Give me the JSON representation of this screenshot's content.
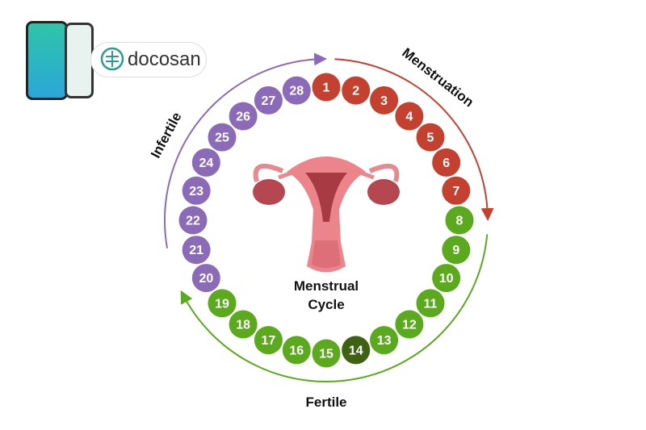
{
  "brand": {
    "name": "docosan",
    "app_name": "docosan"
  },
  "center_label": {
    "line1": "Menstrual",
    "line2": "Cycle"
  },
  "phases": [
    {
      "name": "Menstruation",
      "days": [
        1,
        7
      ],
      "color": "#c4412f"
    },
    {
      "name": "Fertile",
      "days": [
        8,
        19
      ],
      "color": "#5ba91c"
    },
    {
      "name": "Infertile",
      "days": [
        20,
        28
      ],
      "color": "#8b6bb8"
    }
  ],
  "ovulation_day": {
    "day": 14,
    "color": "#3f6212"
  },
  "days": [
    "1",
    "2",
    "3",
    "4",
    "5",
    "6",
    "7",
    "8",
    "9",
    "10",
    "11",
    "12",
    "13",
    "14",
    "15",
    "16",
    "17",
    "18",
    "19",
    "20",
    "21",
    "22",
    "23",
    "24",
    "25",
    "26",
    "27",
    "28"
  ]
}
